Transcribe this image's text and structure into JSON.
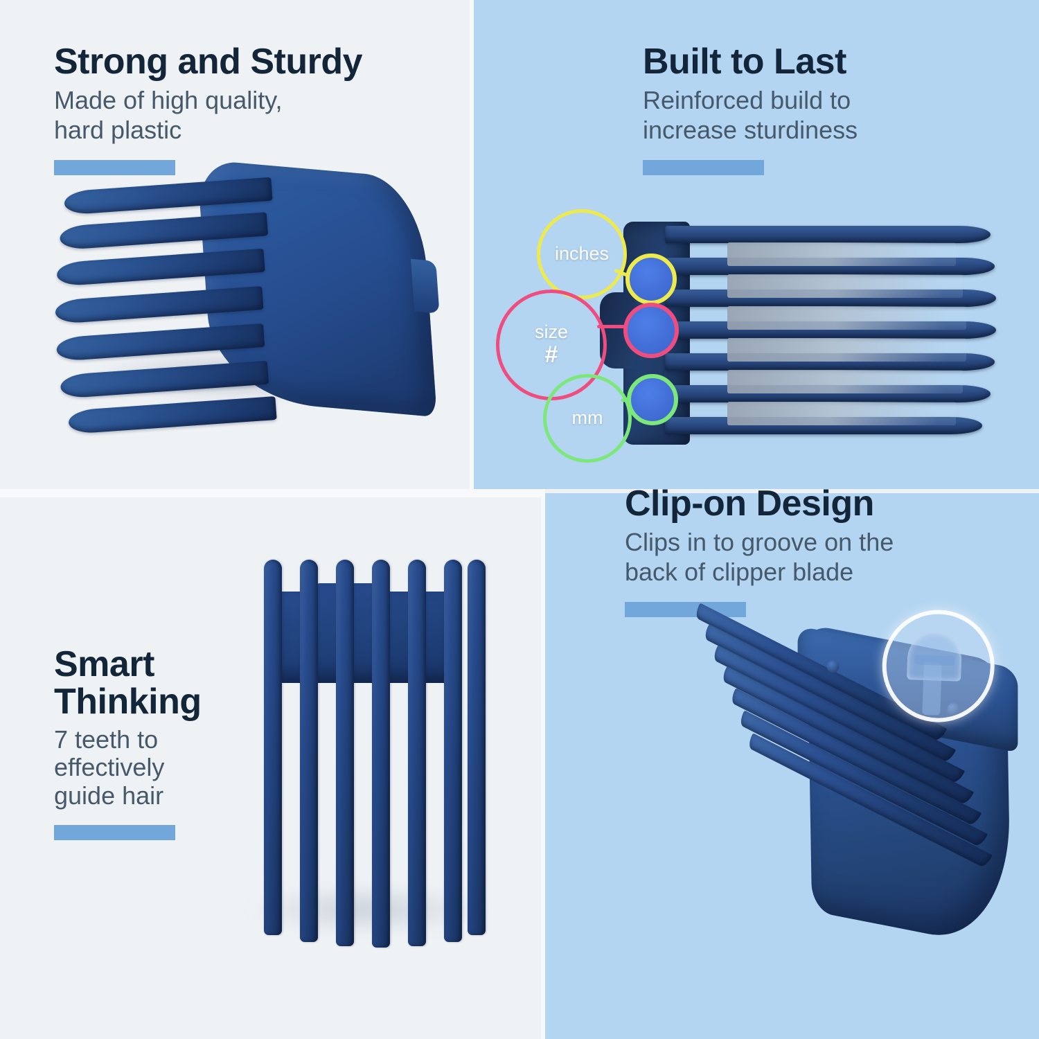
{
  "theme": {
    "panel_white": "#eff2f5",
    "panel_blue": "#b4d5f1",
    "heading_color": "#122539",
    "body_color": "#46596b",
    "accent_bar_color": "#72a7db",
    "product_color": "#22406e"
  },
  "panels": {
    "top_left": {
      "heading": "Strong and Sturdy",
      "subtext": "Made of high quality,\nhard plastic",
      "image_alt": "angled-view-clipper-guard-comb"
    },
    "top_right": {
      "heading": "Built to Last",
      "subtext": "Reinforced build to\nincrease sturdiness",
      "image_alt": "side-view-clipper-guard-comb-with-markings",
      "callouts": [
        {
          "label": "inches",
          "color": "#edea4e",
          "name": "inches-callout"
        },
        {
          "label": "size",
          "label2": "#",
          "color": "#ef4d7f",
          "name": "size-callout"
        },
        {
          "label": "mm",
          "color": "#7ce87c",
          "name": "mm-callout"
        }
      ]
    },
    "bottom_left": {
      "heading": "Smart\nThinking",
      "subtext": "7 teeth to\neffectively\nguide hair",
      "image_alt": "front-view-clipper-guard-comb-seven-teeth",
      "teeth_count": 7
    },
    "bottom_right": {
      "heading": "Clip-on Design",
      "subtext": "Clips in to groove on the\nback of clipper blade",
      "image_alt": "three-quarter-view-clipper-guard-comb-with-clip-groove-magnified"
    }
  }
}
